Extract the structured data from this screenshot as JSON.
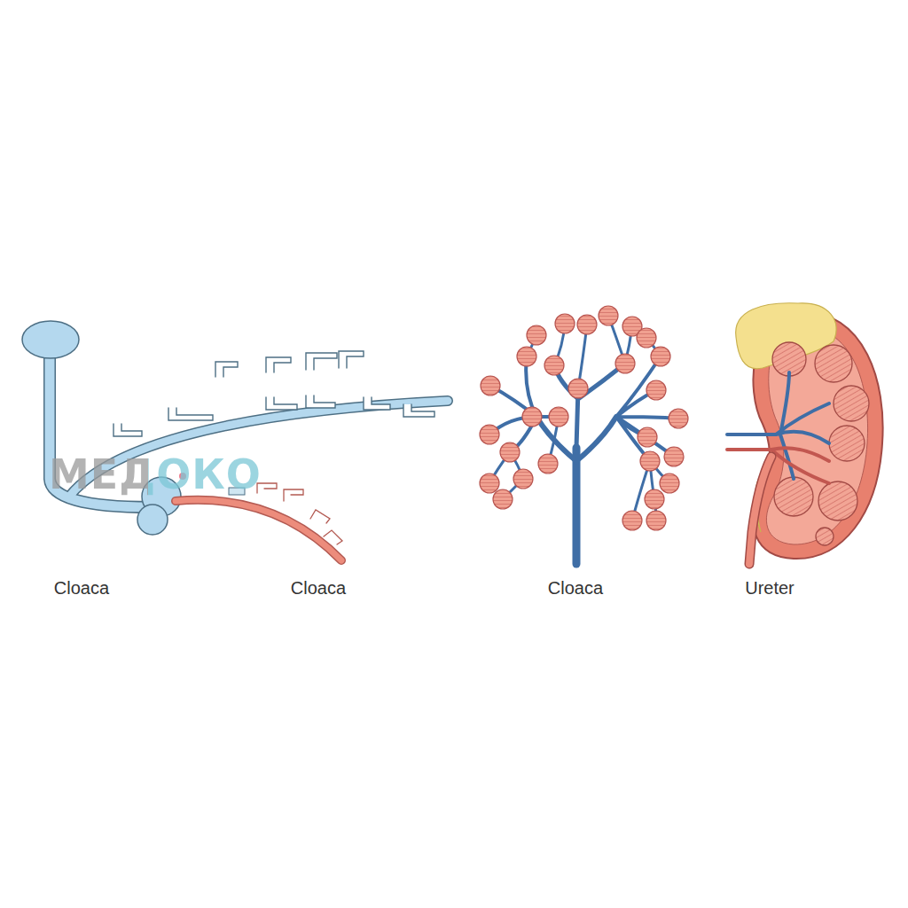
{
  "diagram": {
    "labels": [
      "МЕДОКО",
      "Cloaca",
      "Cloaca",
      "Cloaca",
      "Ureter"
    ]
  }
}
